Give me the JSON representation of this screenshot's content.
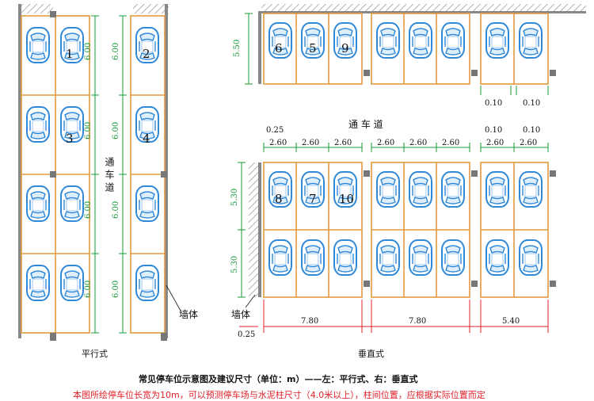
{
  "colors": {
    "line": "#e29a3c",
    "car": "#2f88d8",
    "green": "#199b3a",
    "red": "#e0202a",
    "wall": "#777777"
  },
  "left": {
    "row_dims": [
      "6.00",
      "6.00",
      "6.00",
      "6.00"
    ],
    "row_dims_right": [
      "6.00",
      "6.00",
      "6.00",
      "6.00"
    ],
    "numbers": {
      "n1": "1",
      "n2": "2",
      "n3": "3",
      "n4": "4"
    },
    "aisle_label": "通车道",
    "title": "平行式"
  },
  "right": {
    "aisle_label": "通 车 道",
    "top_left_dim": "5.50",
    "top_numbers": {
      "n6": "6",
      "n5": "5",
      "n9": "9"
    },
    "top_gap_dims": [
      "0.10",
      "0.10"
    ],
    "mid_left_small": "0.25",
    "mid_dims_group1": [
      "2.60",
      "2.60",
      "2.60"
    ],
    "mid_dims_group2": [
      "2.60",
      "2.60",
      "2.60"
    ],
    "mid_dims_group3_small": [
      "0.10",
      "0.10"
    ],
    "mid_dims_group3": [
      "2.60",
      "2.60"
    ],
    "bottom_numbers": {
      "n8": "8",
      "n7": "7",
      "n10": "10"
    },
    "left_dims": [
      "5.30",
      "5.30"
    ],
    "wall_label": "墙体",
    "wall_small": "0.25",
    "bottom_dims": [
      "7.80",
      "7.80",
      "5.40"
    ],
    "title": "垂直式"
  },
  "left_wall_label": "墙体",
  "caption": "常见停车位示意图及建议尺寸（单位：m）——左：平行式、右：垂直式",
  "note": "本图所绘停车位长宽为10m，可以预测停车场与水泥柱尺寸（4.0米以上），柱间位置，应根据实际位置而定"
}
